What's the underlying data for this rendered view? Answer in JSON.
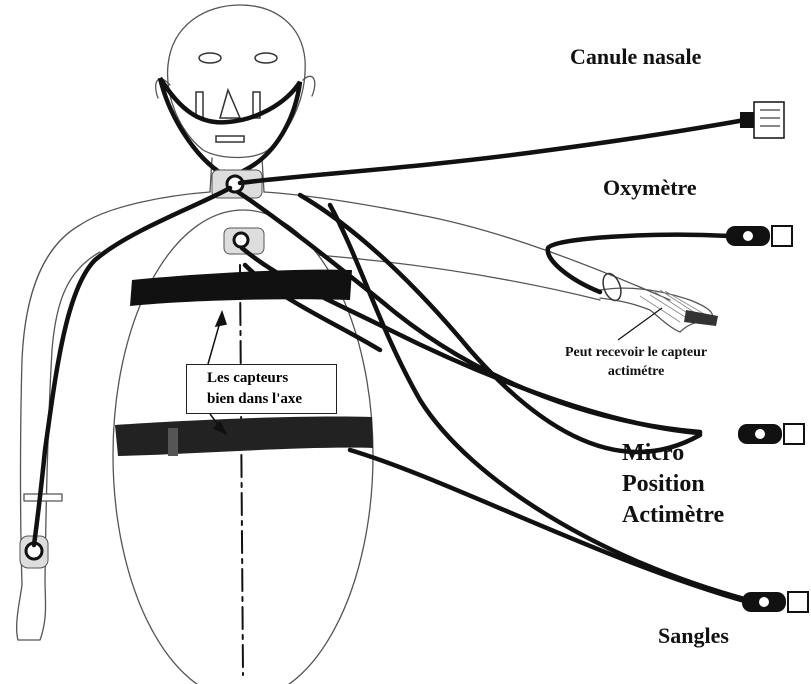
{
  "labels": {
    "canule": "Canule nasale",
    "oxymetre": "Oxymètre",
    "micro_lines": [
      "Micro",
      "Position",
      "Actimètre"
    ],
    "sangles": "Sangles",
    "peut_lines": [
      "Peut recevoir le capteur",
      "actimétre"
    ],
    "axis_lines": [
      "Les capteurs",
      "bien dans l'axe"
    ]
  },
  "colors": {
    "ink": "#111111",
    "outline": "#555555",
    "background": "#ffffff"
  },
  "icons": [
    "nasal-cannula-connector",
    "oximeter-plug",
    "micro-position-plug",
    "belt-plug",
    "electrode-icon"
  ]
}
